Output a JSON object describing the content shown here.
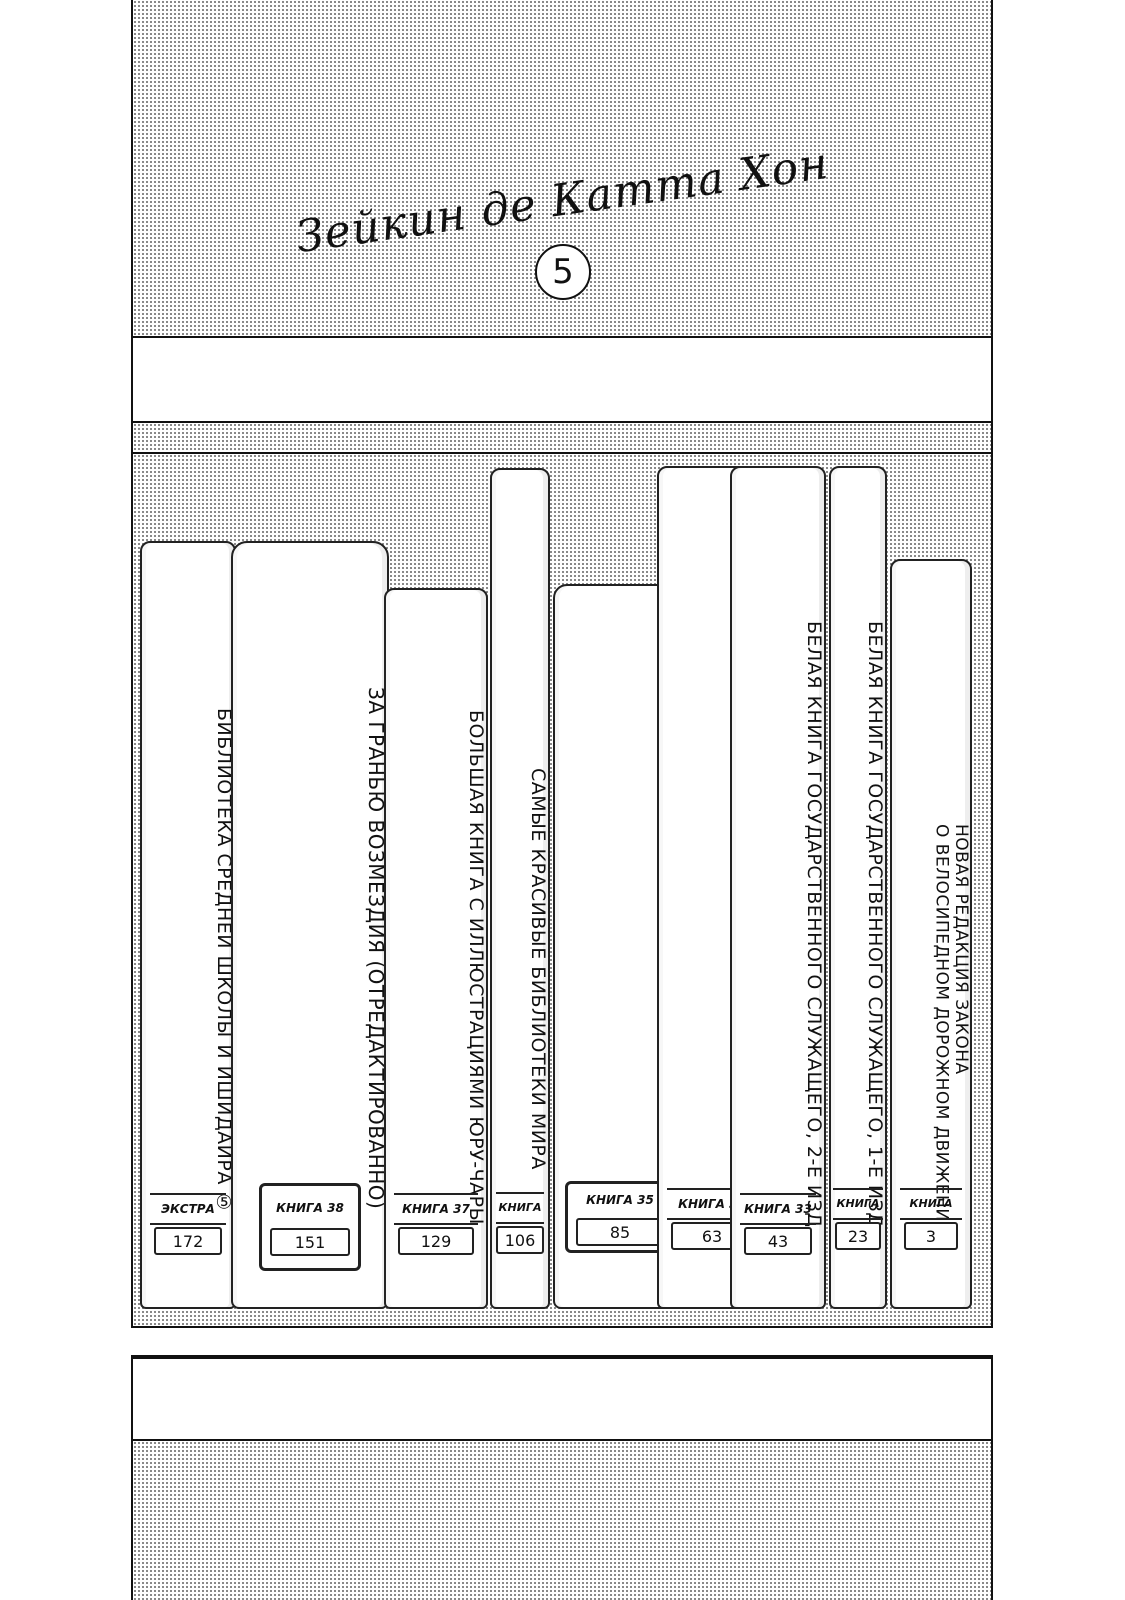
{
  "title": "Зейкин де Катта Хон",
  "volume": "5",
  "books": [
    {
      "id": "extra",
      "title": "Библиотека средней школы и Ишидайра ⑤",
      "series": "ЭКСТРА",
      "number": "172"
    },
    {
      "id": "b38",
      "title": "За гранью возмездия (отредактированно)",
      "series": "КНИГА 38",
      "number": "151"
    },
    {
      "id": "b37",
      "title": "Большая книга с иллюстрациями Юру-чары",
      "series": "КНИГА 37",
      "number": "129"
    },
    {
      "id": "b36",
      "title": "Самые красивые библиотеки мира",
      "series": "КНИГА 36",
      "number": "106"
    },
    {
      "id": "b35",
      "title": "Позволь гуру научить тебя зарабатывать",
      "series": "КНИГА 35",
      "number": "85"
    },
    {
      "id": "b34",
      "title": "Белая книга государственного служащего, 3-е изд.",
      "series": "КНИГА 34",
      "number": "63"
    },
    {
      "id": "b33",
      "title": "Белая книга государственного служащего, 2-е изд.",
      "series": "КНИГА 33",
      "number": "43"
    },
    {
      "id": "b32",
      "title": "Белая книга государственного служащего, 1-е изд.",
      "series": "КНИГА 32",
      "number": "23"
    },
    {
      "id": "b31",
      "title": "Новая редакция закона\nо велосипедном дорожном движении",
      "series": "КНИГА 31",
      "number": "3"
    }
  ]
}
